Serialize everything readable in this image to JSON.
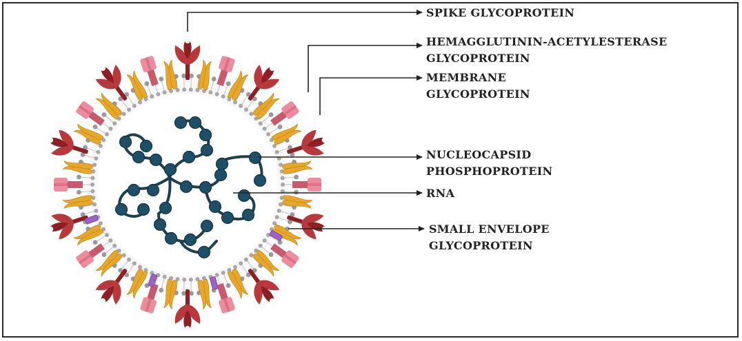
{
  "colors": {
    "spike": "#b8393c",
    "spike_dark": "#8e2024",
    "hemagglutinin": "#ec8c9c",
    "hemagglutinin_dark": "#c85a6e",
    "membrane": "#e7a82a",
    "envelope": "#9b62c8",
    "lipid": "#999999",
    "nucleocapsid": "#1e4f66",
    "rna": "#1f3e4e",
    "line": "#222222"
  },
  "labels": {
    "spike": [
      "SPIKE GLYCOPROTEIN"
    ],
    "hemagglutinin": [
      "HEMAGGLUTININ-ACETYLESTERASE",
      "GLYCOPROTEIN"
    ],
    "membrane": [
      "MEMBRANE",
      "GLYCOPROTEIN"
    ],
    "nucleocapsid": [
      "NUCLEOCAPSID",
      "PHOSPHOPROTEIN"
    ],
    "rna": [
      "RNA"
    ],
    "envelope": [
      "SMALL ENVELOPE",
      "GLYCOPROTEIN"
    ]
  }
}
